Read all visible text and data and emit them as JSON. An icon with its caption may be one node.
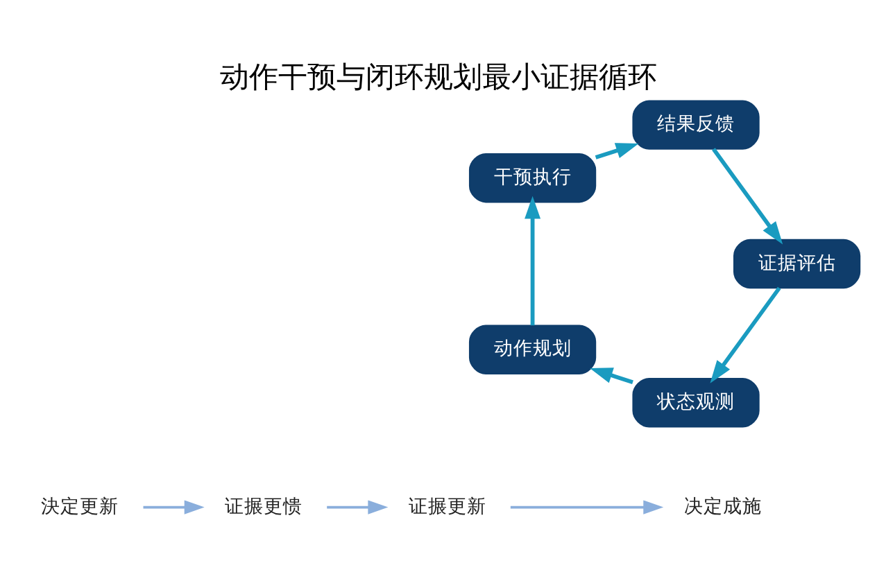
{
  "diagram": {
    "title": "动作干预与闭环规划最小证据循环",
    "nodes": [
      {
        "text": [
          "状态观测"
        ]
      },
      {
        "text": [
          "动作规划"
        ]
      },
      {
        "text": [
          "干预执行"
        ]
      },
      {
        "text": [
          "结果反馈"
        ]
      },
      {
        "text": [
          "证据评估"
        ]
      },
      {
        "text": [
          "证搌更新"
        ]
      },
      {
        "text": [
          "决定成施"
        ]
      },
      {
        "text": [
          "決定更新"
        ]
      },
      {
        "text": [
          "证搌更愦"
        ]
      }
    ],
    "edges": [
      {
        "from": 0,
        "to": 1,
        "arrow": "to"
      },
      {
        "from": 1,
        "to": 2,
        "arrow": "to"
      },
      {
        "from": 2,
        "to": 3,
        "arrow": "to"
      },
      {
        "from": 3,
        "to": 4,
        "arrow": "to"
      },
      {
        "from": 4,
        "to": 0,
        "arrow": "to"
      },
      {
        "from": 8,
        "to": 5,
        "arrow": "to",
        "color": "#8aaedc"
      },
      {
        "from": 5,
        "to": 6,
        "arrow": "to",
        "color": "#8aaedc"
      },
      {
        "from": 7,
        "to": 8,
        "arrow": "to",
        "color": "#8aaedc"
      }
    ]
  }
}
